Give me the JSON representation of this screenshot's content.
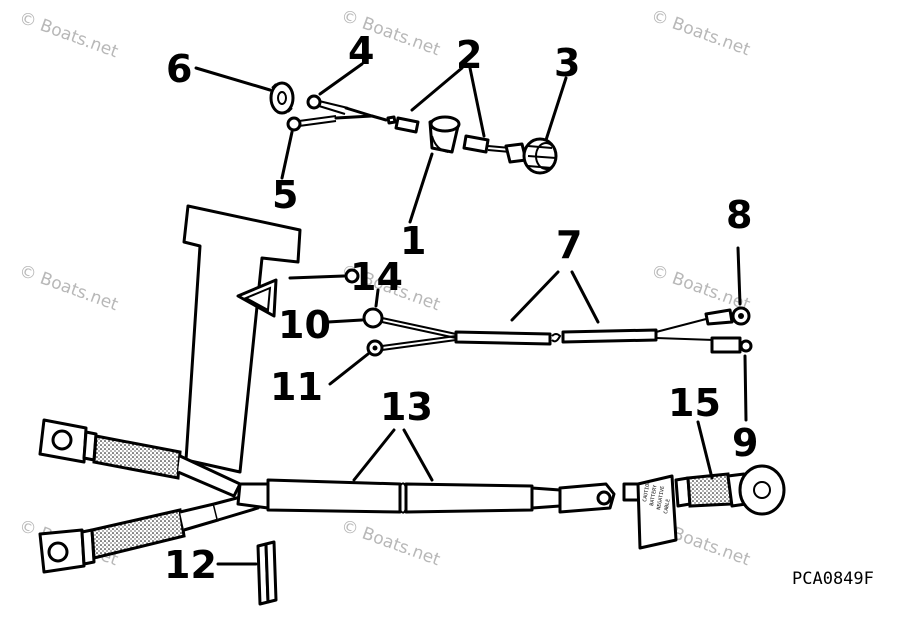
{
  "callouts": [
    "1",
    "2",
    "3",
    "4",
    "5",
    "6",
    "7",
    "8",
    "9",
    "10",
    "11",
    "12",
    "13",
    "14",
    "15"
  ],
  "diagram_code": "PCA0849F",
  "watermark": "© Boats.net",
  "decal_lines": [
    "CAUTION",
    "BATTERY",
    "NEGATIVE",
    "CABLE"
  ]
}
